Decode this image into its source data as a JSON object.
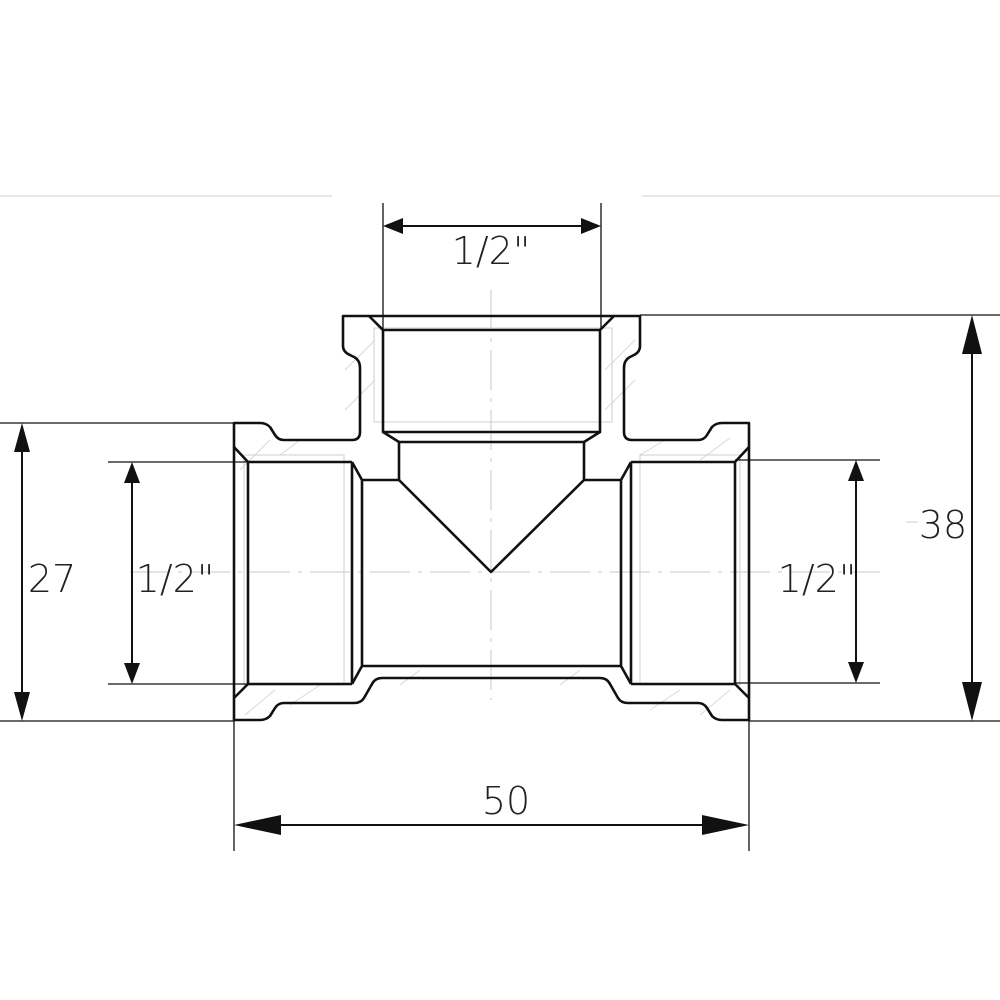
{
  "drawing": {
    "subject": "Female threaded pipe tee fitting, cross-section",
    "colors": {
      "line": "#111111",
      "background": "#ffffff",
      "construction": "#cfcfcf"
    }
  },
  "dimensions": {
    "top_thread": "1/2\"",
    "left_thread": "1/2\"",
    "right_thread": "1/2\"",
    "overall_length": "50",
    "overall_height": "38",
    "end_outer_diameter": "27"
  }
}
